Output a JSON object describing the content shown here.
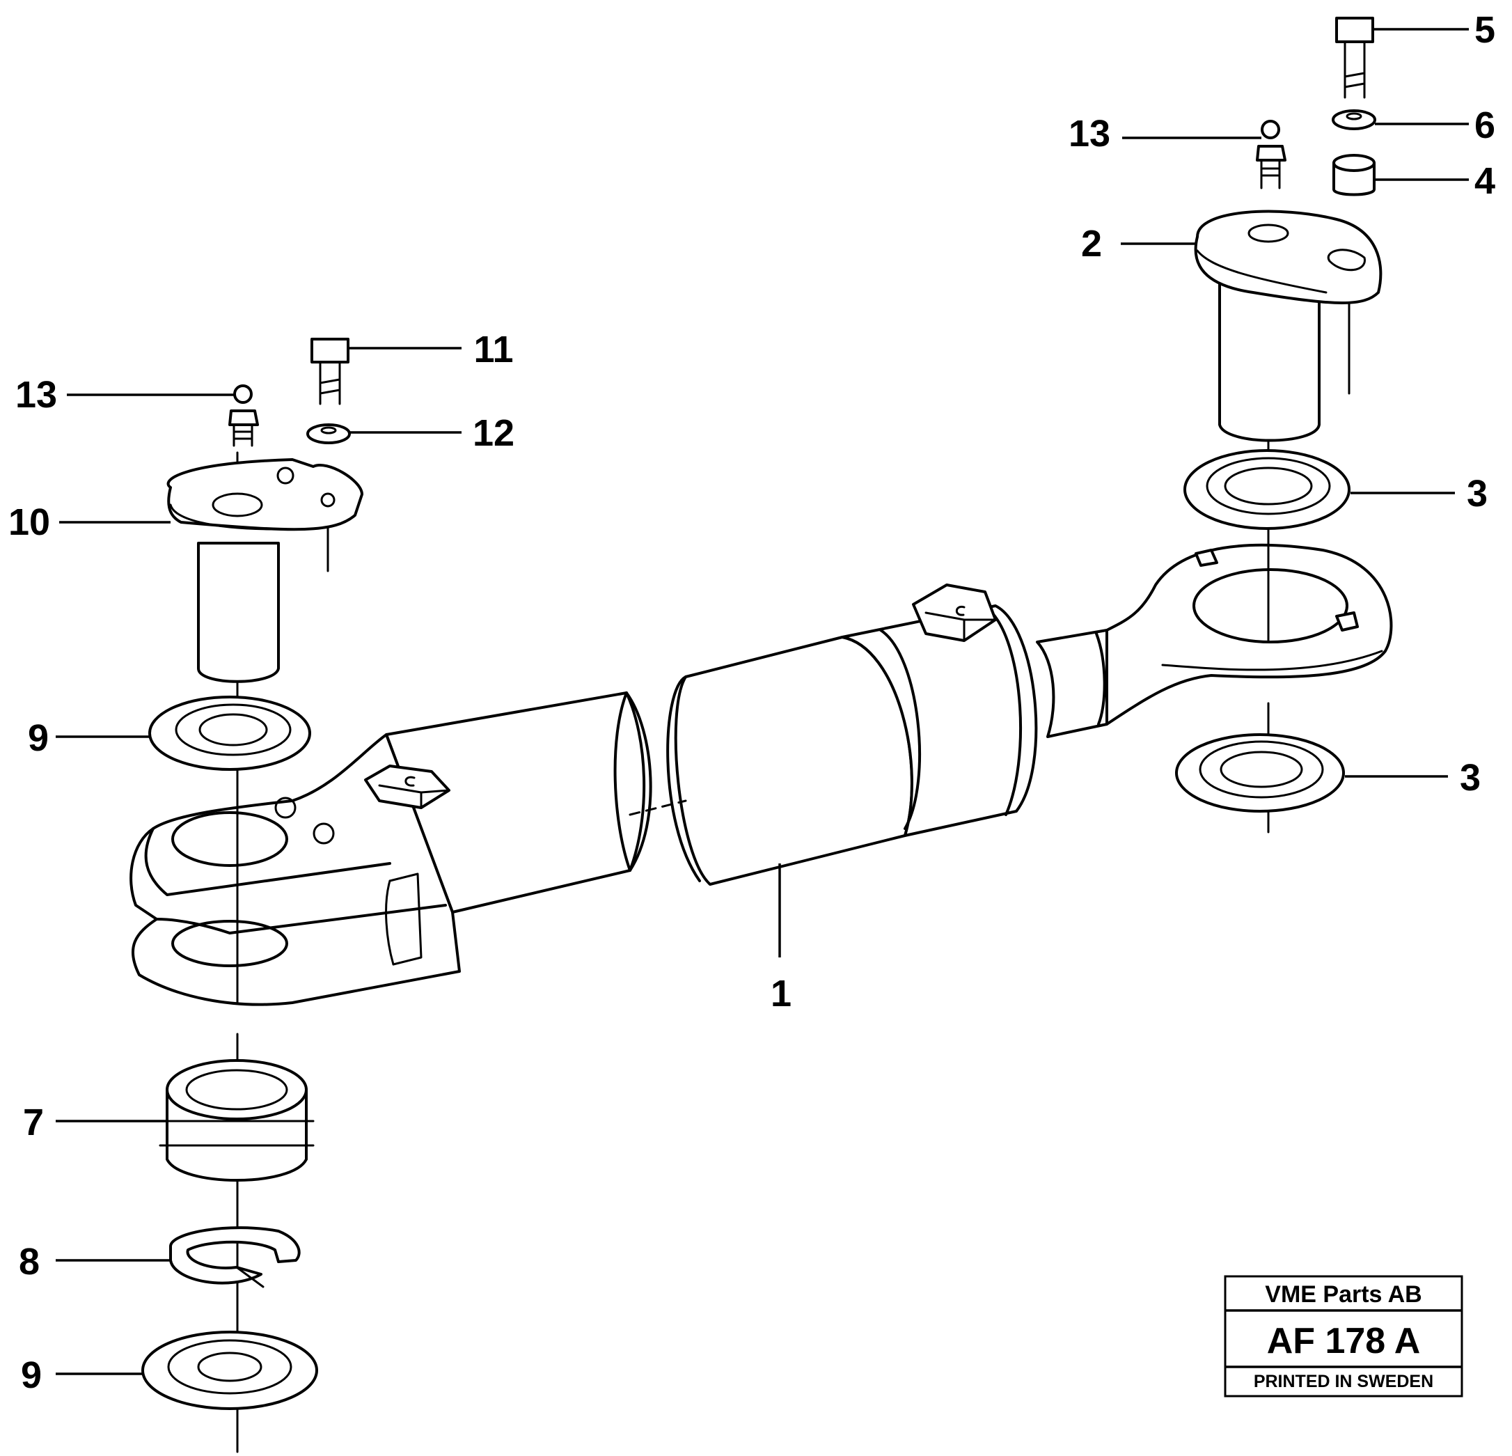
{
  "callouts": [
    {
      "id": "c1",
      "number": "1"
    },
    {
      "id": "c2",
      "number": "2"
    },
    {
      "id": "c3a",
      "number": "3"
    },
    {
      "id": "c3b",
      "number": "3"
    },
    {
      "id": "c4",
      "number": "4"
    },
    {
      "id": "c5",
      "number": "5"
    },
    {
      "id": "c6",
      "number": "6"
    },
    {
      "id": "c7",
      "number": "7"
    },
    {
      "id": "c8",
      "number": "8"
    },
    {
      "id": "c9a",
      "number": "9"
    },
    {
      "id": "c9b",
      "number": "9"
    },
    {
      "id": "c10",
      "number": "10"
    },
    {
      "id": "c11",
      "number": "11"
    },
    {
      "id": "c12",
      "number": "12"
    },
    {
      "id": "c13a",
      "number": "13"
    },
    {
      "id": "c13b",
      "number": "13"
    }
  ],
  "stamp": {
    "company": "VME Parts AB",
    "code": "AF 178 A",
    "printed": "PRINTED IN SWEDEN"
  }
}
